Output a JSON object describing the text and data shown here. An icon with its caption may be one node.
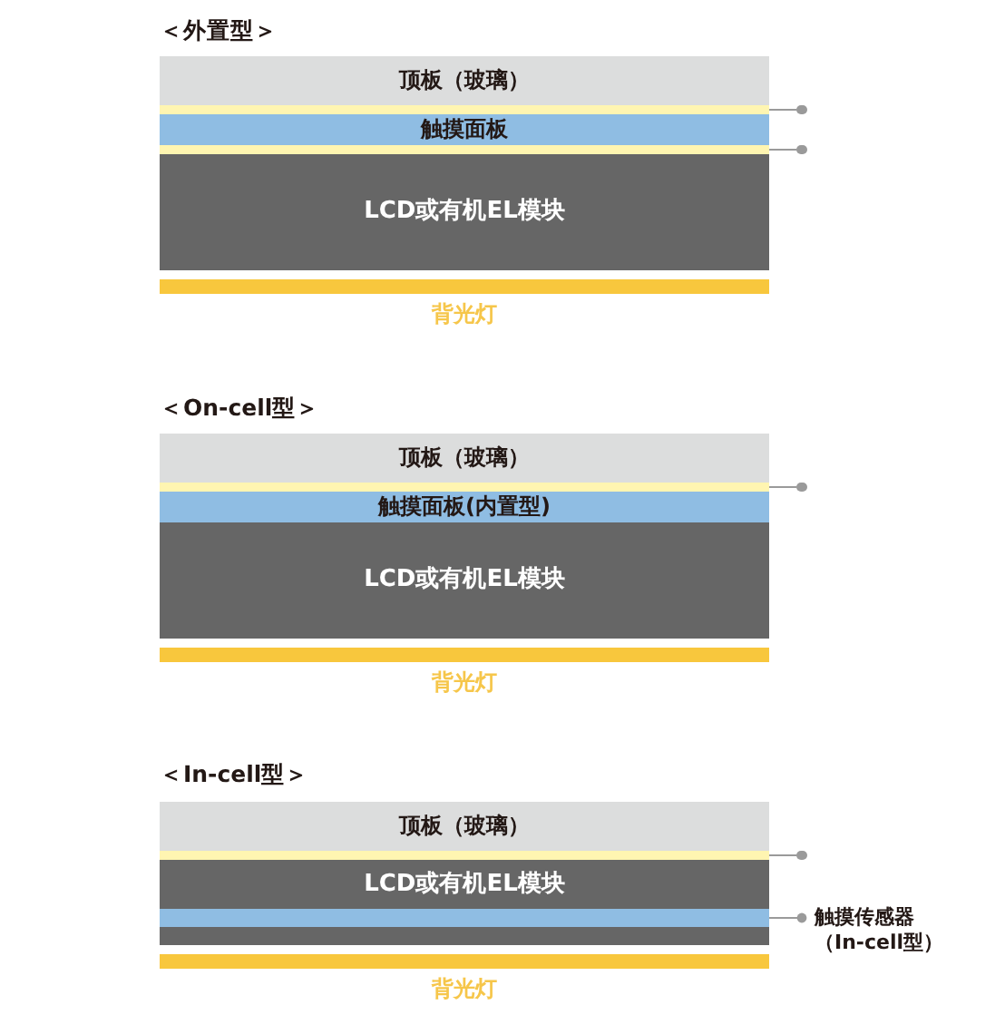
{
  "diagram": {
    "nodes": [
      {
        "text": [
          "顶板（玻璃）"
        ]
      },
      {
        "text": [],
        "shape": "bar"
      },
      {
        "text": [
          "触摸面板"
        ]
      },
      {
        "text": [],
        "shape": "bar"
      },
      {
        "text": [
          "LCD或有机EL模块"
        ]
      },
      {
        "text": [
          "背光灯"
        ]
      },
      {
        "text": [
          "顶板（玻璃）"
        ]
      },
      {
        "text": [],
        "shape": "bar"
      },
      {
        "text": [
          "触摸面板(内置型)"
        ]
      },
      {
        "text": [
          "LCD或有机EL模块"
        ]
      },
      {
        "text": [
          "背光灯"
        ]
      },
      {
        "text": [
          "顶板（玻璃）"
        ]
      },
      {
        "text": [],
        "shape": "bar"
      },
      {
        "text": [
          "LCD或有机EL模块"
        ]
      },
      {
        "text": [],
        "shape": "bar"
      },
      {
        "text": [],
        "shape": "bar"
      },
      {
        "text": [
          "背光灯"
        ]
      },
      {
        "text": [
          "触摸传感器",
          "（In-cell型）"
        ]
      },
      {
        "text": [],
        "shape": "circle"
      },
      {
        "text": [],
        "shape": "circle"
      },
      {
        "text": [],
        "shape": "circle"
      },
      {
        "text": [],
        "shape": "circle"
      }
    ],
    "edges": [
      {
        "from": 18,
        "to": 1,
        "arrow": "none"
      },
      {
        "from": 19,
        "to": 3,
        "arrow": "none"
      },
      {
        "from": 20,
        "to": 7,
        "arrow": "none"
      },
      {
        "from": 21,
        "to": 12,
        "arrow": "none"
      },
      {
        "from": 17,
        "to": 14,
        "arrow": "other"
      }
    ],
    "labels": [
      "＜外置型＞",
      "＜On-cell型＞",
      "＜In-cell型＞"
    ]
  }
}
